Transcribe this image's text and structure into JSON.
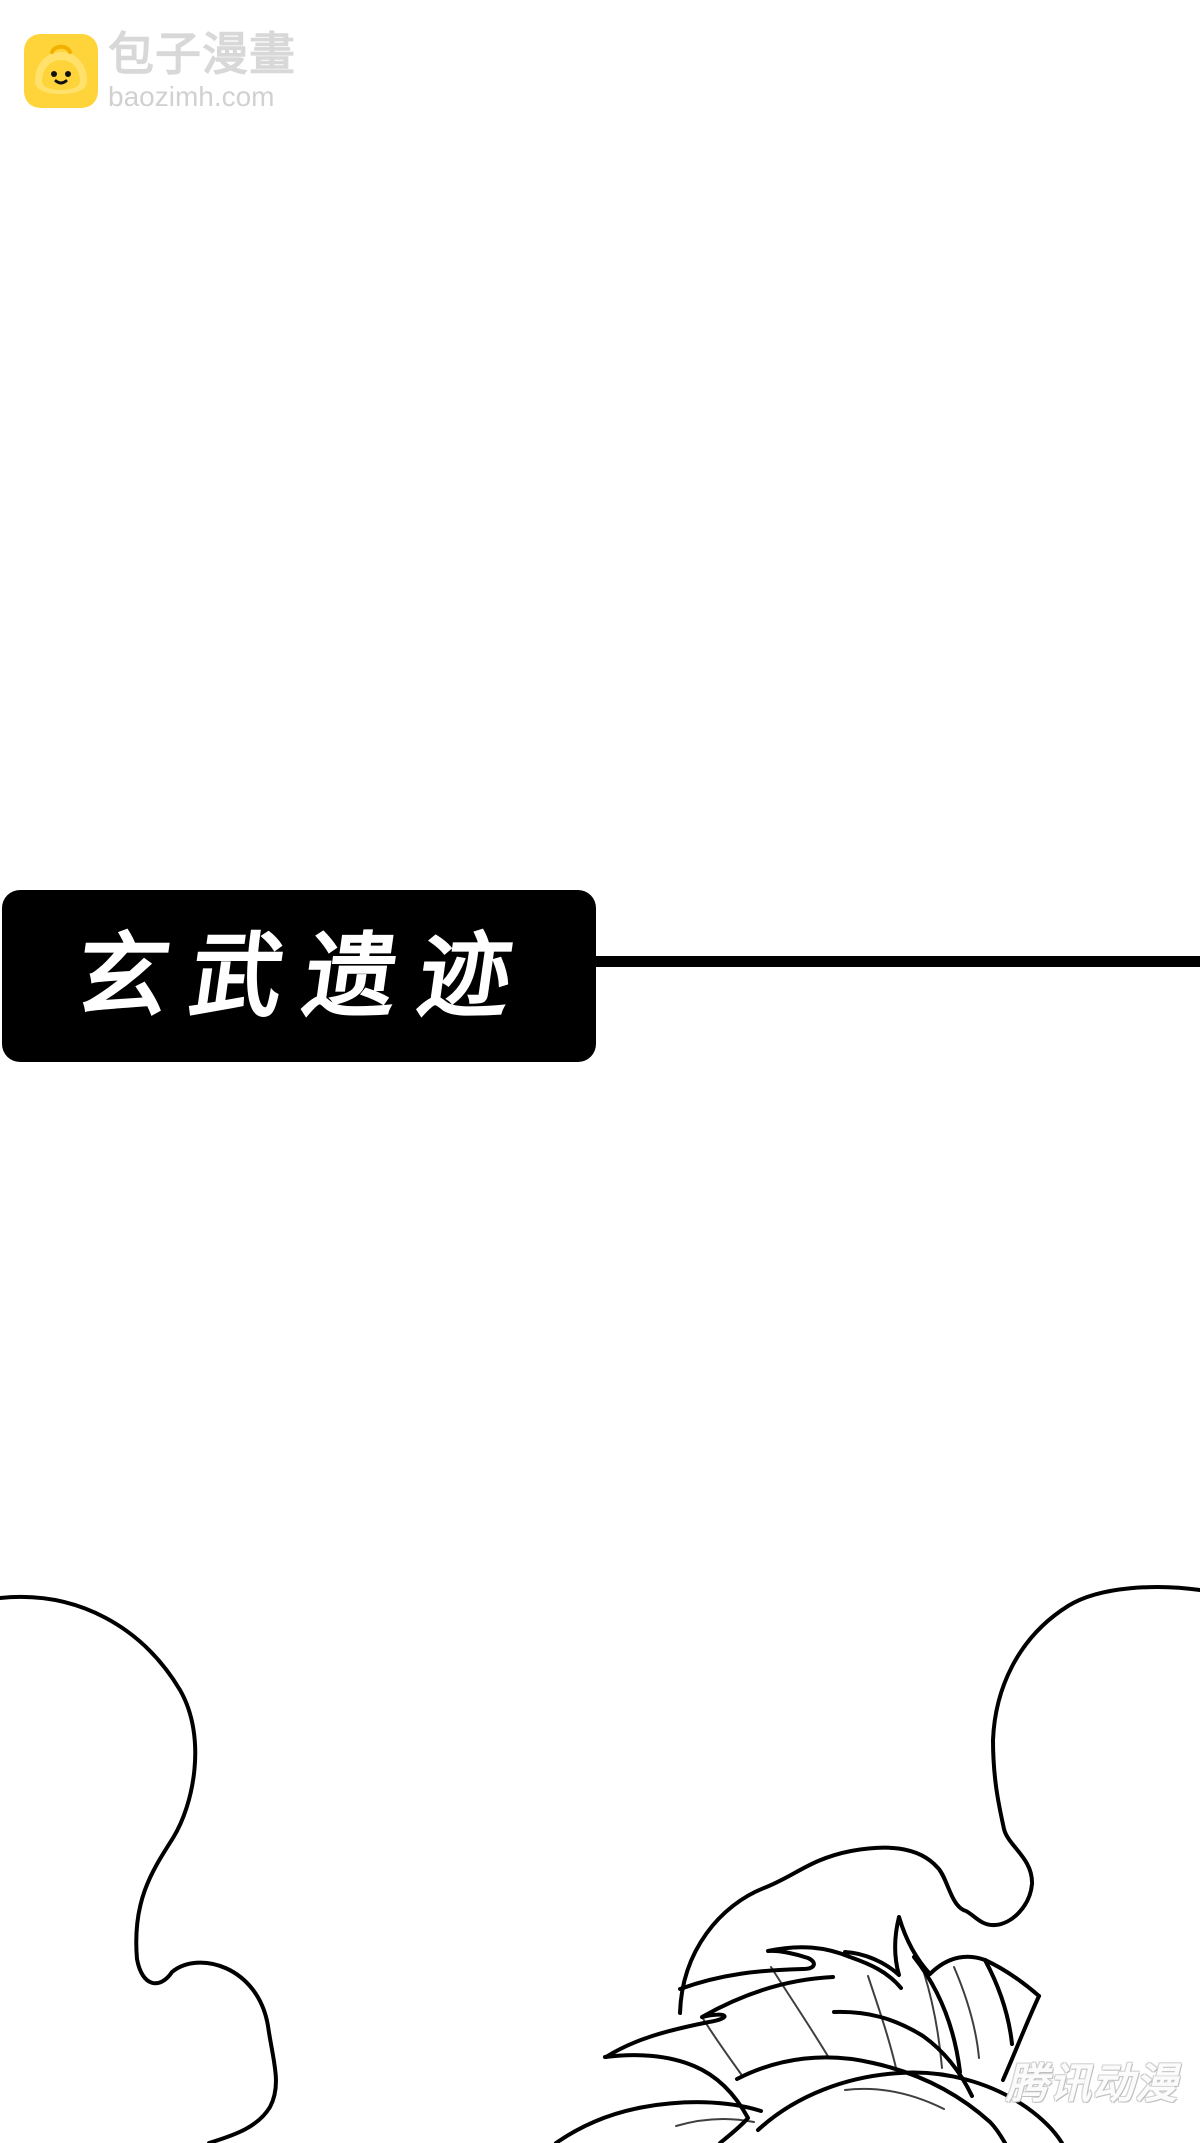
{
  "watermark": {
    "title": "包子漫畫",
    "url": "baozimh.com"
  },
  "chapter": {
    "title": "玄武遗迹"
  },
  "publisher_watermark": {
    "text": "腾讯动漫"
  },
  "colors": {
    "background": "#ffffff",
    "ink": "#000000",
    "logo_yellow": "#ffd43b",
    "logo_shadow": "#f4b400",
    "watermark_gray": "#d8d8d8"
  },
  "icons": {
    "site_logo": "bun-face-icon"
  }
}
